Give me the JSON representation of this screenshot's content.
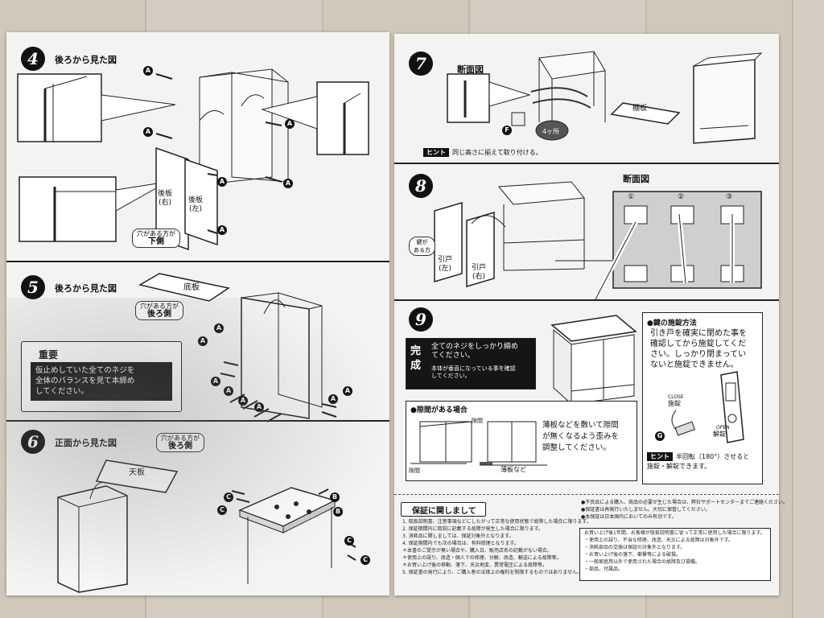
{
  "left": {
    "step4": {
      "num": "4",
      "title": "後ろから見た図",
      "panel_right": "後板\n(右)",
      "panel_left": "後板\n(左)",
      "tag_line1": "穴がある方が",
      "tag_line2": "下側",
      "part": "A"
    },
    "step5": {
      "num": "5",
      "title": "後ろから見た図",
      "board": "底板",
      "tag_line1": "穴がある方が",
      "tag_line2": "後ろ側",
      "part": "A",
      "important_title": "重要",
      "important_text": "仮止めしていた全てのネジを\n全体のバランスを見て本締め\nしてください。"
    },
    "step6": {
      "num": "6",
      "title": "正面から見た図",
      "board": "天板",
      "tag_line1": "穴がある方が",
      "tag_line2": "後ろ側",
      "part_b": "B",
      "part_c": "C"
    }
  },
  "right": {
    "step7": {
      "num": "7",
      "title": "断面図",
      "board": "棚板",
      "count": "4ヶ所",
      "part": "F",
      "hint_key": "ヒント",
      "hint_text": "同じ高さに揃えて取り付ける。"
    },
    "step8": {
      "num": "8",
      "title": "断面図",
      "door_left": "引戸\n(左)",
      "door_right": "引戸\n(右)",
      "key_tag": "鍵が\nある方",
      "n1": "①",
      "n2": "②",
      "n3": "③"
    },
    "step9": {
      "num": "9",
      "done_label": "完\n成",
      "done_text": "全てのネジをしっかり締め\nてください。",
      "done_sub": "本体が垂直になっている事を確認\nしてください。",
      "lock_title": "●鍵の施錠方法",
      "lock_text": "引き戸を確実に閉めた事を\n確認してから施錠してくだ\nさい。しっかり閉まってい\nないと施錠できません。",
      "lock_closed": "施錠",
      "lock_open": "解錠",
      "lock_closed_en": "CLOSE",
      "lock_open_en": "OPEN",
      "part_g": "G",
      "lock_hint_key": "ヒント",
      "lock_hint_text": "半回転（180°）させると\n施錠・解錠できます。",
      "gap_title": "●隙間がある場合",
      "gap_label1": "隙間",
      "gap_label2": "隙間",
      "gap_label3": "薄板など",
      "gap_text": "薄板などを敷いて隙間\nが無くなるよう歪みを\n調整してください。"
    },
    "warranty": {
      "title": "保証に関しまして",
      "lines": [
        "1. 取扱説明書、注意事項などにしたがって正常な使用状態で故障した場合に限ります。",
        "2. 保証期間内に取説に記載する故障が発生した場合に限ります。",
        "3. 消耗品に関しましては、保証対象外となります。",
        "4. 保証期間内でも次の場合は、有料修理となります。",
        "  ＊本書のご提示が無い場合や、購入日、販売店名の記載がない場合。",
        "  ＊使用上の誤り、改造・個人での修理、分解、改造、輸送による故障等。",
        "  ＊お買い上げ後の移動、落下、天災地変、異常電圧による故障等。",
        "5. 保証書の発行により、ご購入者の法律上の権利を制限するものではありません。"
      ],
      "notes": [
        "●不良品による購入、商品の必要が生じた場合は、弊社サポートセンターまでご連絡ください。",
        "●保証書は再発行いたしません。大切に保管してください。",
        "●本保証は日本国内においてのみ有効です。"
      ],
      "box_lines": [
        "お買い上げ後1年間、お客様が取扱説明書に従って正常に使用した場合に限ります。",
        "・使用上の誤り、不当な修理、改造、天災による故障は対象外です。",
        "・消耗部品の交換は保証の対象外となります。",
        "・お買い上げ後の落下、衝撃等による破損。",
        "・一般家庭用以外で使用された場合の故障及び損傷。",
        "・部品、付属品。"
      ]
    }
  }
}
